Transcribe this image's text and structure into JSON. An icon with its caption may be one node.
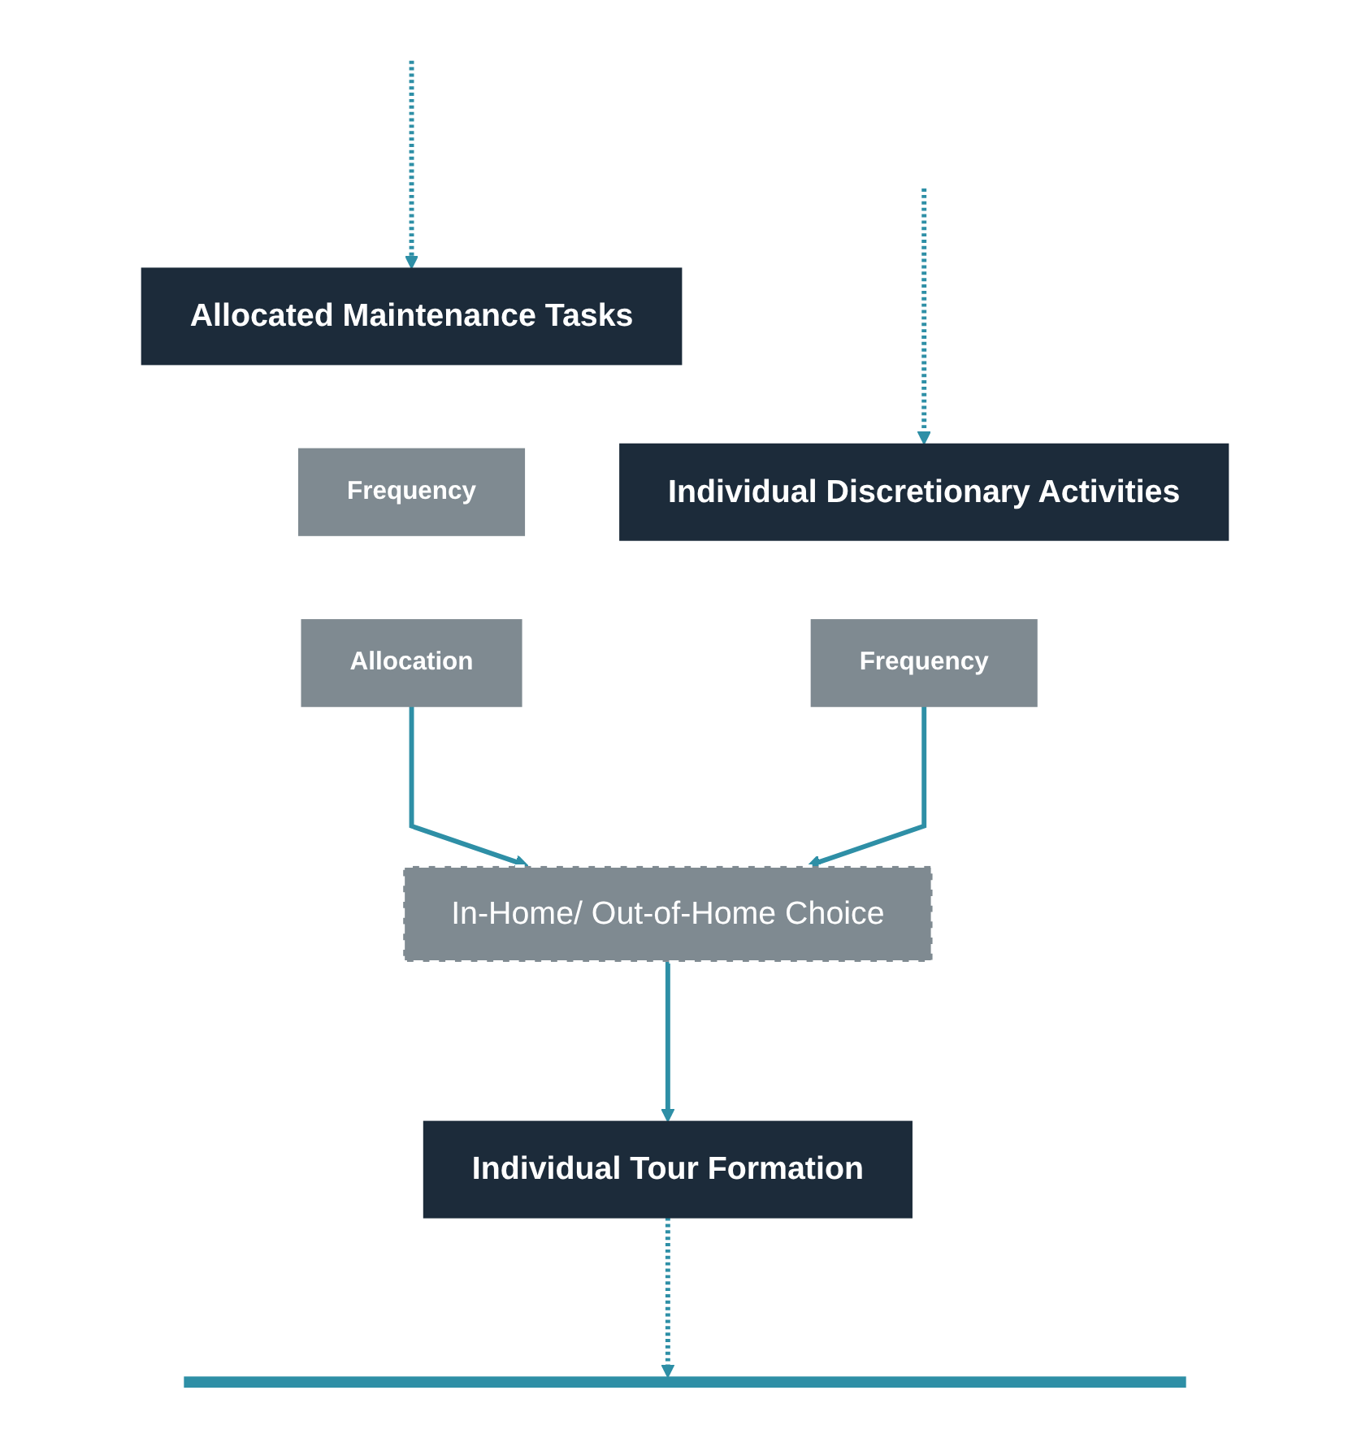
{
  "diagram": {
    "nodes": [
      {
        "text": [
          "Allocated Maintenance Tasks"
        ]
      },
      {
        "text": [
          "Frequency"
        ]
      },
      {
        "text": [
          "Allocation"
        ]
      },
      {
        "text": [
          "Individual Discretionary Activities"
        ]
      },
      {
        "text": [
          "Frequency"
        ]
      },
      {
        "text": [
          "In-Home/ Out-of-Home Choice"
        ]
      },
      {
        "text": [
          "Individual Tour Formation"
        ]
      },
      {
        "text": [],
        "shape": "bar"
      }
    ],
    "edges": [
      {
        "from": null,
        "to": 0,
        "arrow": "to",
        "style": "dashed"
      },
      {
        "from": null,
        "to": 3,
        "arrow": "to",
        "style": "dashed"
      },
      {
        "from": 2,
        "to": 5,
        "arrow": "to"
      },
      {
        "from": 4,
        "to": 5,
        "arrow": "to"
      },
      {
        "from": 5,
        "to": 6,
        "arrow": "to"
      },
      {
        "from": 6,
        "to": 7,
        "arrow": "to",
        "style": "dashed"
      }
    ]
  }
}
